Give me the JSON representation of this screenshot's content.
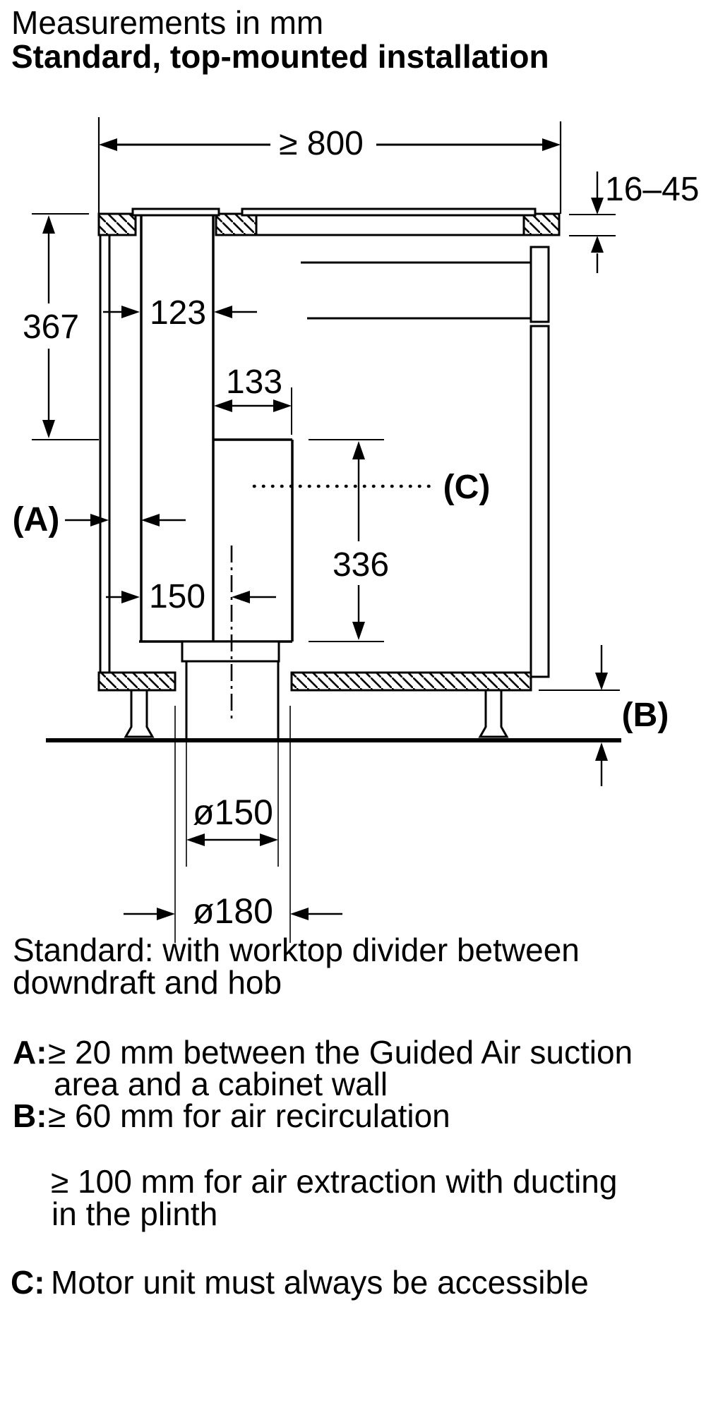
{
  "page": {
    "background": "#ffffff",
    "ink": "#000000",
    "kind": "installation drawing"
  },
  "header": {
    "line1": "Measurements in mm",
    "line2": "Standard, top-mounted installation"
  },
  "dimensions": {
    "width_top": "≥ 800",
    "worktop_thickness": "16–45",
    "depth_below_worktop": "367",
    "downdraft_width": "123",
    "motor_width": "133",
    "motor_height": "336",
    "center_offset": "150",
    "duct_diameter": "ø150",
    "hole_diameter": "ø180",
    "label_a": "(A)",
    "label_b": "(B)",
    "label_c": "(C)"
  },
  "notes": {
    "intro_line1": "Standard: with worktop divider between",
    "intro_line2": "downdraft and hob",
    "a_key": "A:",
    "a_line1": "≥ 20 mm between the Guided Air suction",
    "a_line2": "area and a cabinet wall",
    "b_key": "B:",
    "b_line1": "≥ 60 mm for air recirculation",
    "b_extra_line1": "≥ 100 mm for air extraction with ducting",
    "b_extra_line2": "in the plinth",
    "c_key": "C:",
    "c_line1": "Motor unit must always be accessible"
  }
}
